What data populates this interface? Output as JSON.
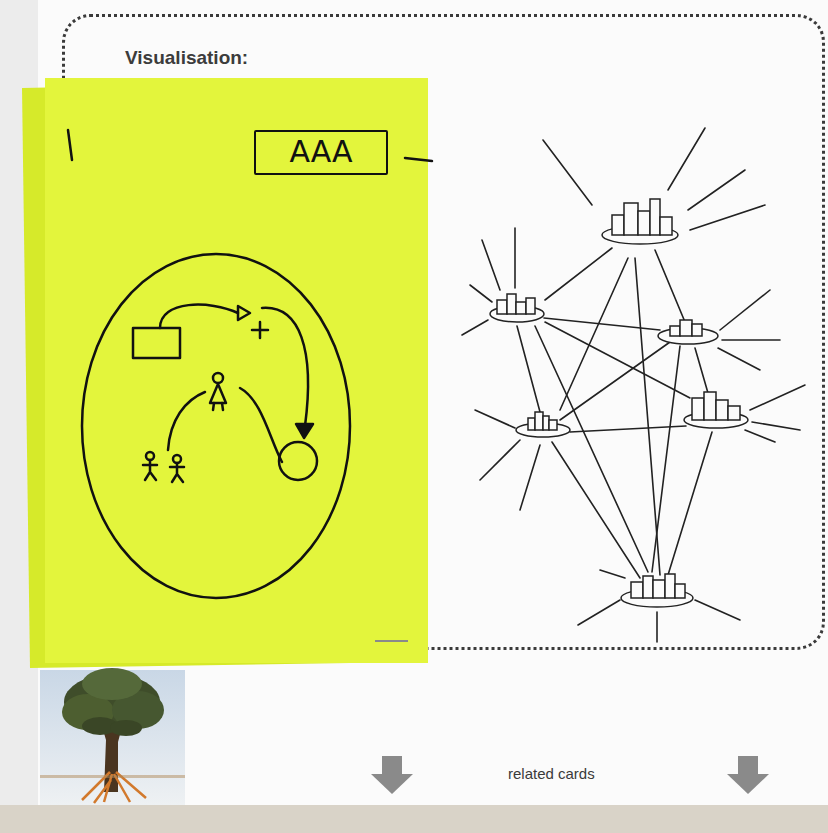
{
  "diagram": {
    "nodes": [
      {
        "text": [
          "Visualisation:"
        ]
      },
      {
        "text": [
          "AAA"
        ],
        "in": 0
      }
    ],
    "labels": [
      "related cards"
    ]
  }
}
